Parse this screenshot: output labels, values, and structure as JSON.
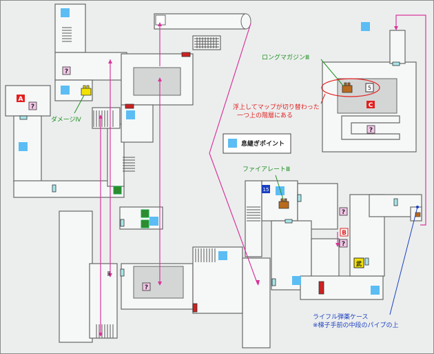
{
  "labels": {
    "long_magazine": "ロングマガジンⅢ",
    "damage": "ダメージⅣ",
    "fire_rate": "ファイアレートⅢ",
    "float_note_line1": "浮上してマップが切り替わった",
    "float_note_line2": "一つ上の階層にある",
    "rifle_line1": "ライフル弾薬ケース",
    "rifle_line2": "※梯子手前の中段のパイプの上"
  },
  "legend": {
    "rest_point": "息継ぎポイント"
  },
  "markers": {
    "A": "A",
    "B": "B",
    "C": "C",
    "question": "?",
    "num_5": "5",
    "num_15": "15",
    "weapon": "武",
    "roman_2": "Ⅱ"
  },
  "colors": {
    "room_fill": "#f6f8f8",
    "wall": "#666666",
    "dark_floor": "#d4d6d6",
    "rest_point": "#5bbdf3",
    "pink_line": "#d8359a",
    "red_label": "#e2201f",
    "green_label": "#1f8f1f",
    "blue_label": "#1a3fbf",
    "door_cyan": "#a8e6e8",
    "door_red": "#cc2222",
    "yellow_item": "#f2e200",
    "green_item": "#2e8b2e"
  }
}
